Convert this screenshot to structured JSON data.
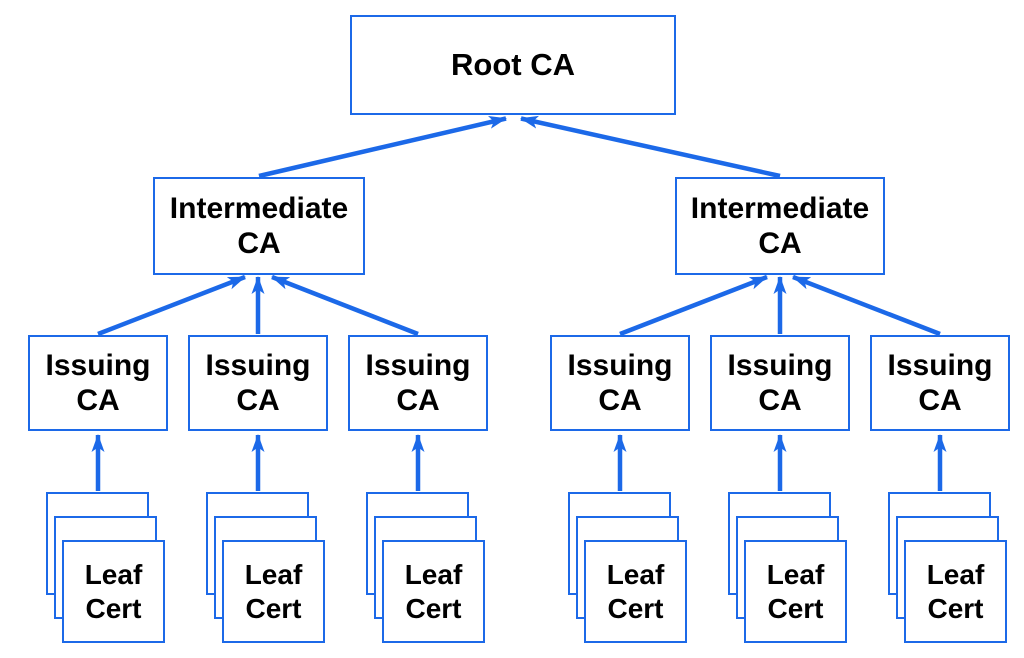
{
  "colors": {
    "accent": "#1c69e8",
    "text": "#000000",
    "background": "#ffffff"
  },
  "diagram": {
    "type": "hierarchy",
    "root": {
      "label": "Root CA"
    },
    "intermediates": [
      {
        "label": "Intermediate CA"
      },
      {
        "label": "Intermediate CA"
      }
    ],
    "issuing": [
      {
        "label": "Issuing CA"
      },
      {
        "label": "Issuing CA"
      },
      {
        "label": "Issuing CA"
      },
      {
        "label": "Issuing CA"
      },
      {
        "label": "Issuing CA"
      },
      {
        "label": "Issuing CA"
      }
    ],
    "leaves": [
      {
        "label": "Leaf Cert"
      },
      {
        "label": "Leaf Cert"
      },
      {
        "label": "Leaf Cert"
      },
      {
        "label": "Leaf Cert"
      },
      {
        "label": "Leaf Cert"
      },
      {
        "label": "Leaf Cert"
      }
    ]
  }
}
